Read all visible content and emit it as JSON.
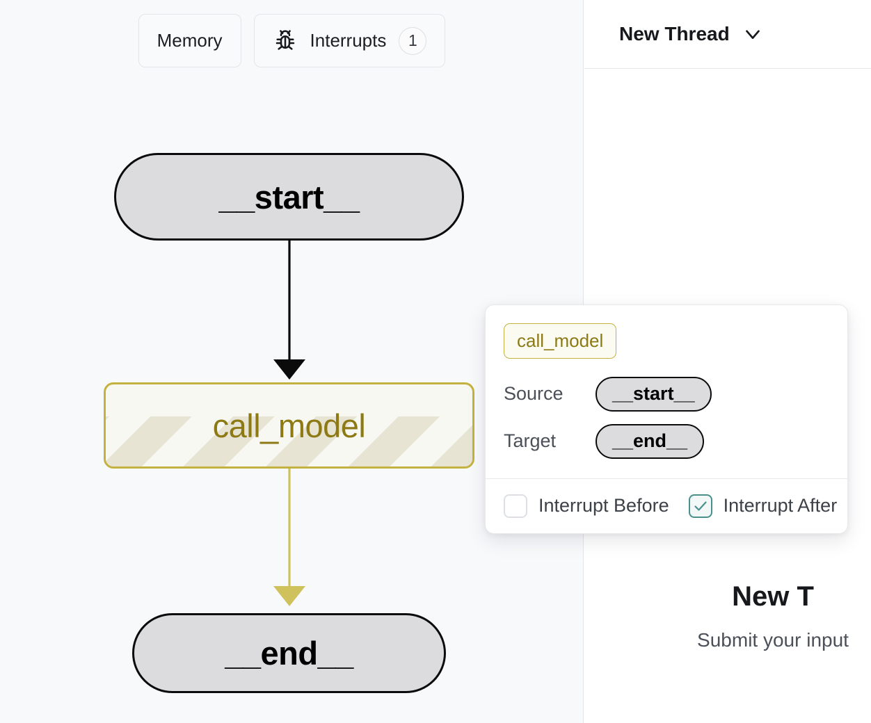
{
  "graph_toolbar": {
    "memory_label": "Memory",
    "interrupts_label": "Interrupts",
    "interrupts_count": "1",
    "bug_icon": "bug-icon"
  },
  "graph": {
    "nodes": [
      {
        "id": "__start__",
        "label": "__start__",
        "type": "terminal"
      },
      {
        "id": "call_model",
        "label": "call_model",
        "type": "task",
        "state": "interrupt-pending"
      },
      {
        "id": "__end__",
        "label": "__end__",
        "type": "terminal"
      }
    ],
    "edges": [
      {
        "source": "__start__",
        "target": "call_model",
        "color": "#0b0b0c"
      },
      {
        "source": "call_model",
        "target": "__end__",
        "color": "#cfc15c"
      }
    ]
  },
  "popover": {
    "node_badge": "call_model",
    "source_label": "Source",
    "source_value": "__start__",
    "target_label": "Target",
    "target_value": "__end__",
    "interrupt_before_label": "Interrupt Before",
    "interrupt_before_checked": false,
    "interrupt_after_label": "Interrupt After",
    "interrupt_after_checked": true,
    "check_icon": "check-icon"
  },
  "thread_panel": {
    "title": "New Thread",
    "chevron_icon": "chevron-down-icon",
    "empty_title": "New T",
    "empty_subtitle": "Submit your input"
  },
  "colors": {
    "canvas_bg": "#f8f9fb",
    "accent_yellow": "#c3b23f",
    "edge_yellow": "#cfc15c",
    "node_text_yellow": "#8d7a15",
    "terminal_fill": "#dcdcde",
    "teal_check": "#4a8f8b"
  }
}
